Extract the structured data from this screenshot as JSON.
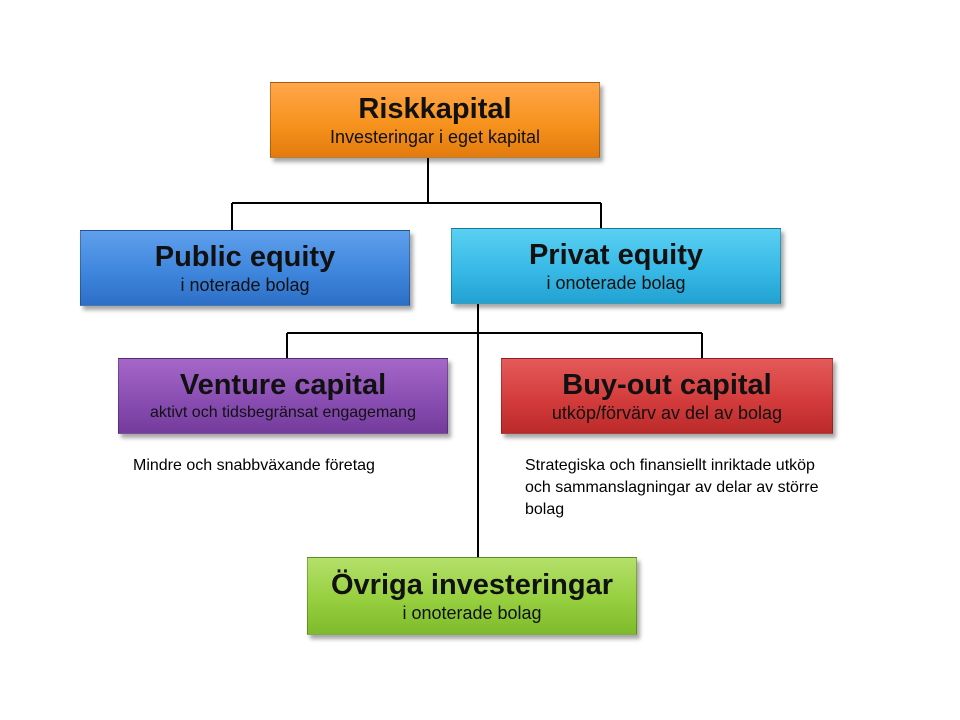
{
  "nodes": {
    "riskkapital": {
      "title": "Riskkapital",
      "subtitle": "Investeringar i eget kapital",
      "color": "#f7931e"
    },
    "public_equity": {
      "title": "Public equity",
      "subtitle": "i noterade bolag",
      "color": "#3f86dd"
    },
    "privat_equity": {
      "title": "Privat equity",
      "subtitle": "i onoterade bolag",
      "color": "#38b9e6"
    },
    "venture_capital": {
      "title": "Venture capital",
      "subtitle": "aktivt och tidsbegränsat engagemang",
      "color": "#8a4eb3"
    },
    "buyout_capital": {
      "title": "Buy-out capital",
      "subtitle": "utköp/förvärv av del av bolag",
      "color": "#d43c3c"
    },
    "ovriga_investeringar": {
      "title": "Övriga investeringar",
      "subtitle": "i onoterade bolag",
      "color": "#96cf3f"
    }
  },
  "notes": {
    "venture": "Mindre och snabbväxande företag",
    "buyout": "Strategiska och finansiellt inriktade utköp och sammanslagningar av delar av större bolag"
  },
  "edges": [
    [
      "Riskkapital",
      "Public equity"
    ],
    [
      "Riskkapital",
      "Privat equity"
    ],
    [
      "Privat equity",
      "Venture capital"
    ],
    [
      "Privat equity",
      "Buy-out capital"
    ],
    [
      "Privat equity",
      "Övriga investeringar"
    ]
  ]
}
